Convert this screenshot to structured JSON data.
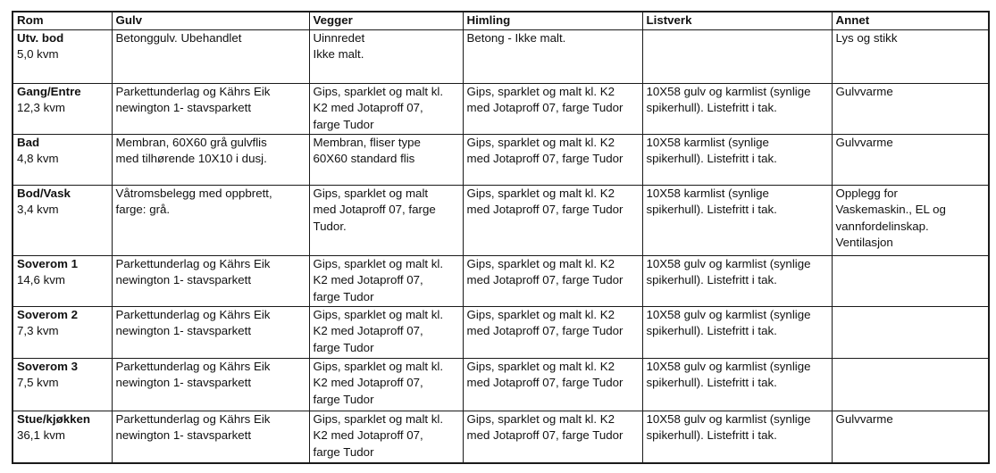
{
  "headers": [
    "Rom",
    "Gulv",
    "Vegger",
    "Himling",
    "Listverk",
    "Annet"
  ],
  "rows": [
    {
      "room": "Utv. bod",
      "size": "5,0 kvm",
      "gulv": "Betonggulv. Ubehandlet",
      "vegger": "Uinnredet\nIkke malt.",
      "himling": "Betong - Ikke malt.",
      "listverk": "",
      "annet": "Lys og stikk"
    },
    {
      "room": "Gang/Entre",
      "size": "12,3 kvm",
      "gulv": "Parkettunderlag og Kährs Eik\nnewington 1- stavsparkett",
      "vegger": "Gips, sparklet og malt kl.\nK2 med Jotaproff 07,\nfarge Tudor",
      "himling": "Gips, sparklet og malt kl. K2\nmed Jotaproff 07, farge Tudor",
      "listverk": "10X58 gulv og karmlist (synlige\nspikerhull). Listefritt i tak.",
      "annet": "Gulvvarme"
    },
    {
      "room": "Bad",
      "size": "4,8 kvm",
      "gulv": "Membran, 60X60 grå gulvflis\nmed tilhørende 10X10 i dusj.",
      "vegger": "Membran, fliser type\n60X60 standard flis",
      "himling": "Gips, sparklet og malt kl. K2\nmed Jotaproff 07, farge Tudor",
      "listverk": "10X58 karmlist (synlige\nspikerhull). Listefritt i tak.",
      "annet": "Gulvvarme"
    },
    {
      "room": "Bod/Vask",
      "size": "3,4 kvm",
      "gulv": "Våtromsbelegg med oppbrett,\nfarge: grå.",
      "vegger": "Gips, sparklet og malt\nmed Jotaproff 07, farge\nTudor.",
      "himling": "Gips, sparklet og malt kl. K2\nmed Jotaproff 07, farge Tudor",
      "listverk": "10X58 karmlist (synlige\nspikerhull). Listefritt i tak.",
      "annet": "Opplegg for\nVaskemaskin., EL og\nvannfordelinskap.\nVentilasjon"
    },
    {
      "room": "Soverom 1",
      "size": "14,6 kvm",
      "gulv": "Parkettunderlag og Kährs Eik\nnewington 1- stavsparkett",
      "vegger": "Gips, sparklet og malt kl.\nK2 med Jotaproff 07,\nfarge Tudor",
      "himling": "Gips, sparklet og malt kl. K2\nmed Jotaproff 07, farge Tudor",
      "listverk": "10X58 gulv og karmlist (synlige\nspikerhull). Listefritt i tak.",
      "annet": ""
    },
    {
      "room": "Soverom 2",
      "size": "7,3 kvm",
      "gulv": "Parkettunderlag og Kährs Eik\nnewington 1- stavsparkett",
      "vegger": "Gips, sparklet og malt kl.\nK2 med Jotaproff 07,\nfarge Tudor",
      "himling": "Gips, sparklet og malt kl. K2\nmed Jotaproff 07, farge Tudor",
      "listverk": "10X58 gulv og karmlist (synlige\nspikerhull). Listefritt i tak.",
      "annet": ""
    },
    {
      "room": "Soverom 3",
      "size": "7,5 kvm",
      "gulv": "Parkettunderlag og Kährs Eik\nnewington 1- stavsparkett",
      "vegger": "Gips, sparklet og malt kl.\nK2 med Jotaproff 07,\nfarge Tudor",
      "himling": "Gips, sparklet og malt kl. K2\nmed Jotaproff 07, farge Tudor",
      "listverk": "10X58 gulv og karmlist (synlige\nspikerhull). Listefritt i tak.",
      "annet": ""
    },
    {
      "room": "Stue/kjøkken",
      "size": "36,1 kvm",
      "gulv": "Parkettunderlag og Kährs Eik\nnewington 1- stavsparkett",
      "vegger": "Gips, sparklet og malt kl.\nK2 med Jotaproff 07,\nfarge Tudor",
      "himling": "Gips, sparklet og malt kl. K2\nmed Jotaproff 07, farge Tudor",
      "listverk": "10X58 gulv og karmlist (synlige\nspikerhull). Listefritt i tak.",
      "annet": "Gulvvarme"
    }
  ]
}
